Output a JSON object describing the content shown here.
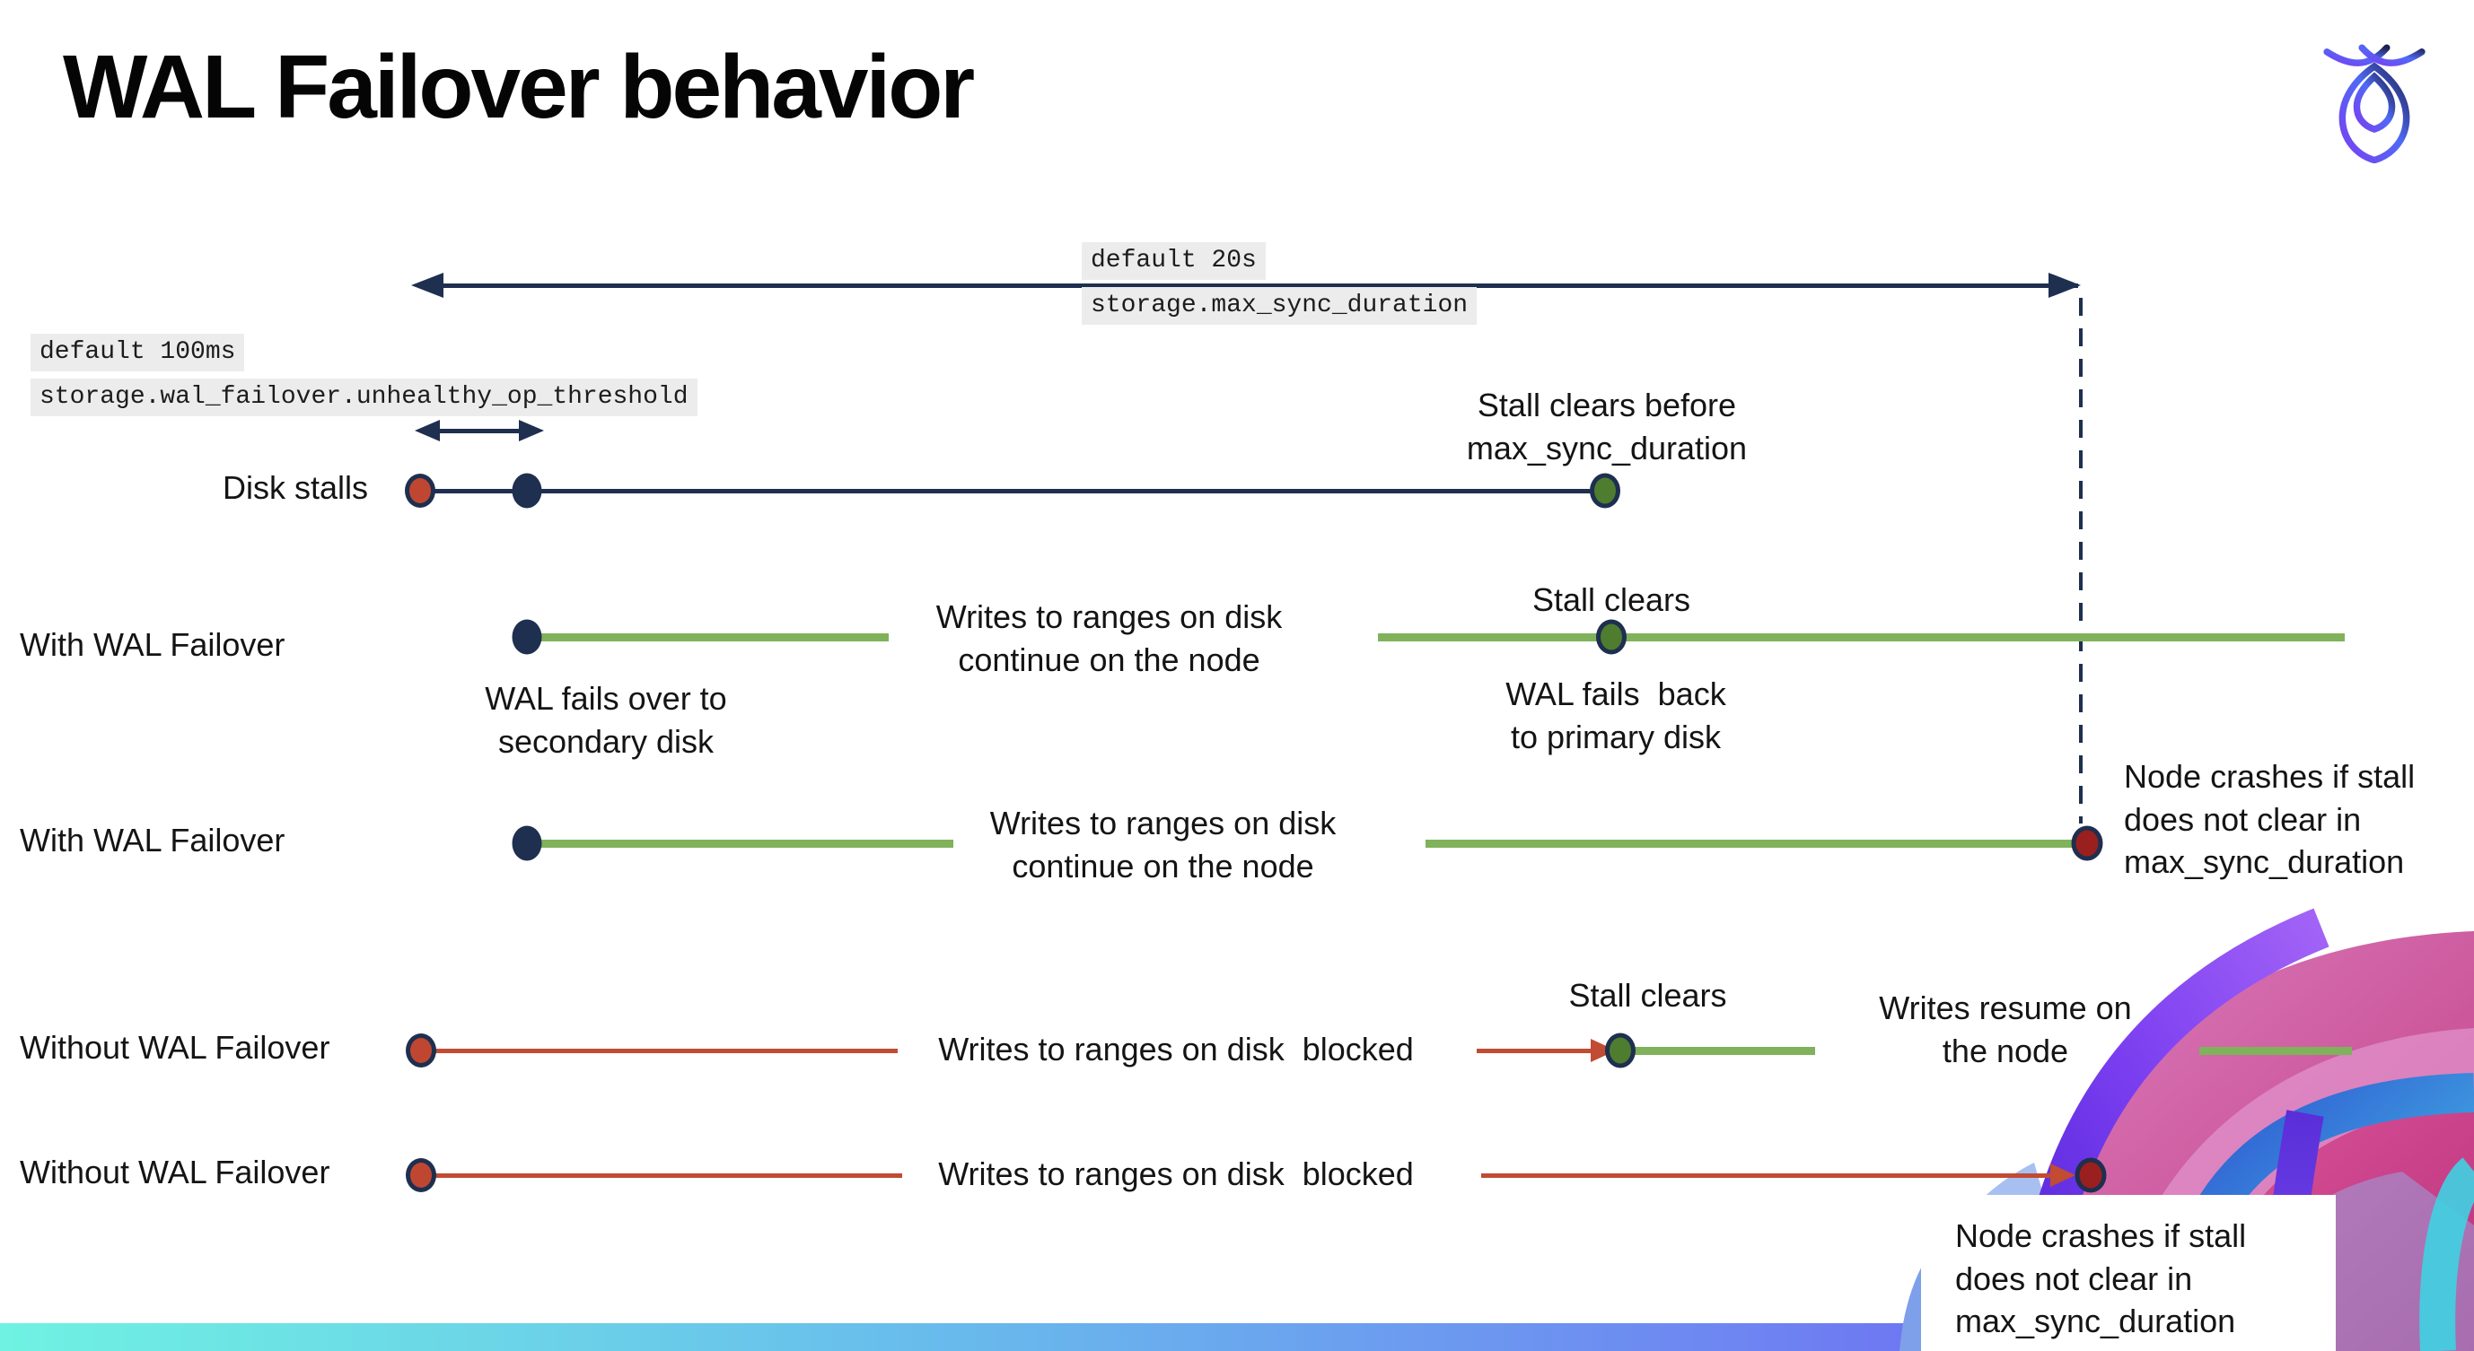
{
  "title": "WAL Failover behavior",
  "callouts": {
    "max_sync": {
      "line1": "default 20s",
      "line2": "storage.max_sync_duration"
    },
    "threshold": {
      "line1": "default 100ms",
      "line2": "storage.wal_failover.unhealthy_op_threshold"
    }
  },
  "rows": {
    "disk_stalls": {
      "label": "Disk stalls",
      "stall_clears": "Stall clears before\nmax_sync_duration"
    },
    "failover1": {
      "label": "With WAL Failover",
      "fails_over": "WAL fails over to\nsecondary disk",
      "writes_continue": "Writes to ranges on disk\ncontinue on the node",
      "stall_clears": "Stall clears",
      "fails_back": "WAL fails  back\nto primary disk"
    },
    "failover2": {
      "label": "With WAL Failover",
      "writes_continue": "Writes to ranges on disk\ncontinue on the node",
      "node_crashes": "Node crashes if stall\ndoes not clear in\nmax_sync_duration"
    },
    "no_failover1": {
      "label": "Without WAL Failover",
      "writes_blocked": "Writes to ranges on disk  blocked",
      "stall_clears": "Stall clears",
      "writes_resume": "Writes resume on\nthe node"
    },
    "no_failover2": {
      "label": "Without WAL Failover",
      "writes_blocked": "Writes to ranges on disk  blocked",
      "node_crashes": "Node crashes if stall\ndoes not clear in\nmax_sync_duration"
    }
  },
  "icons": {
    "logo": "cockroachdb-logo"
  },
  "colors": {
    "navy": "#1E2F4F",
    "line_green": "#7FB25B",
    "line_red": "#C14B33",
    "dot_red": "#BF4732",
    "dot_green": "#4E7D2F",
    "dot_darkred": "#9A1F1F",
    "code_bg": "#ECECEC",
    "bar0": "#6FF2E2",
    "bar1": "#68BBEC",
    "bar2": "#6E86F2",
    "bar3": "#6C49F3"
  }
}
